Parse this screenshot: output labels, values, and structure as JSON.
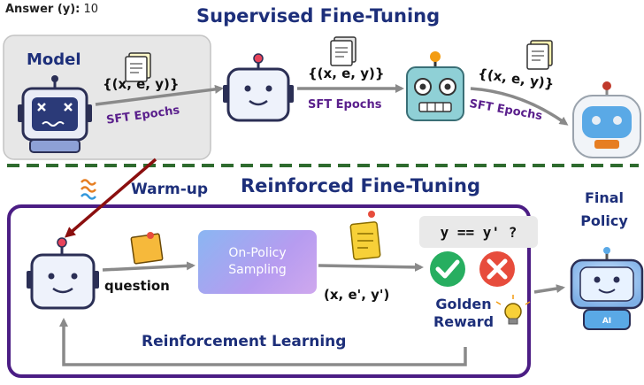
{
  "answer": {
    "label": "Answer (y):",
    "value": "10"
  },
  "titles": {
    "sft": "Supervised Fine-Tuning",
    "rft": "Reinforced Fine-Tuning"
  },
  "model_label": "Model",
  "triple": "{(x, e, y)}",
  "sft_epochs": "SFT Epochs",
  "warmup": "Warm-up",
  "question": "question",
  "sampling": {
    "line1": "On-Policy",
    "line2": "Sampling"
  },
  "rollout": "(x, e', y')",
  "check": "y == y' ?",
  "golden": {
    "line1": "Golden",
    "line2": "Reward"
  },
  "rl": "Reinforcement Learning",
  "final_policy": {
    "line1": "Final",
    "line2": "Policy"
  },
  "colors": {
    "title_navy": "#1d2f7a",
    "epochs_purple": "#5a1f8c",
    "rft_border": "#4b1d84",
    "divider_green": "#2e6b2e",
    "warmup_arrow": "#8b0f0f",
    "arrow_gray": "#8a8a8a",
    "check_green": "#27ae60",
    "cross_red": "#e74c3c"
  }
}
